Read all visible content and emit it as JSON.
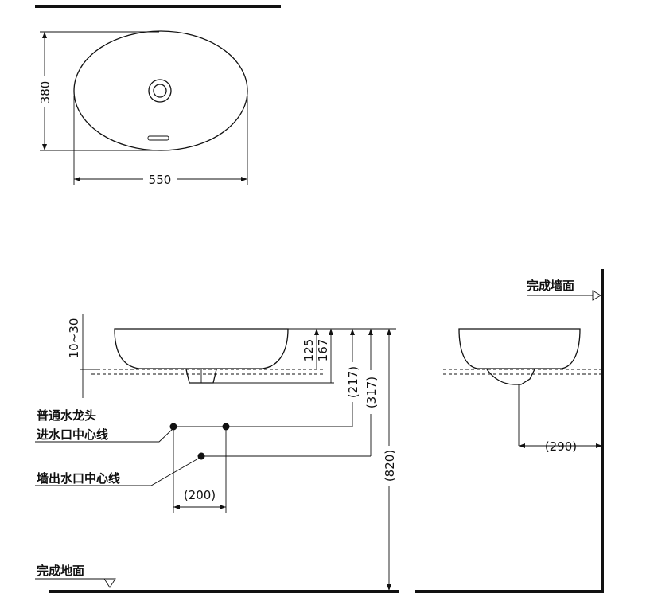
{
  "top_view": {
    "width_label": "550",
    "height_label": "380"
  },
  "side_view": {
    "rim_label": "10~30",
    "dim_125": "125",
    "dim_167": "167",
    "dim_217": "(217)",
    "dim_317": "(317)",
    "dim_820": "(820)",
    "dim_200": "(200)",
    "faucet_label_1": "普通水龙头",
    "faucet_label_2": "进水口中心线",
    "wall_outlet_label": "墙出水口中心线",
    "floor_label": "完成地面"
  },
  "wall_view": {
    "wall_label": "完成墙面",
    "dim_290": "(290)"
  }
}
